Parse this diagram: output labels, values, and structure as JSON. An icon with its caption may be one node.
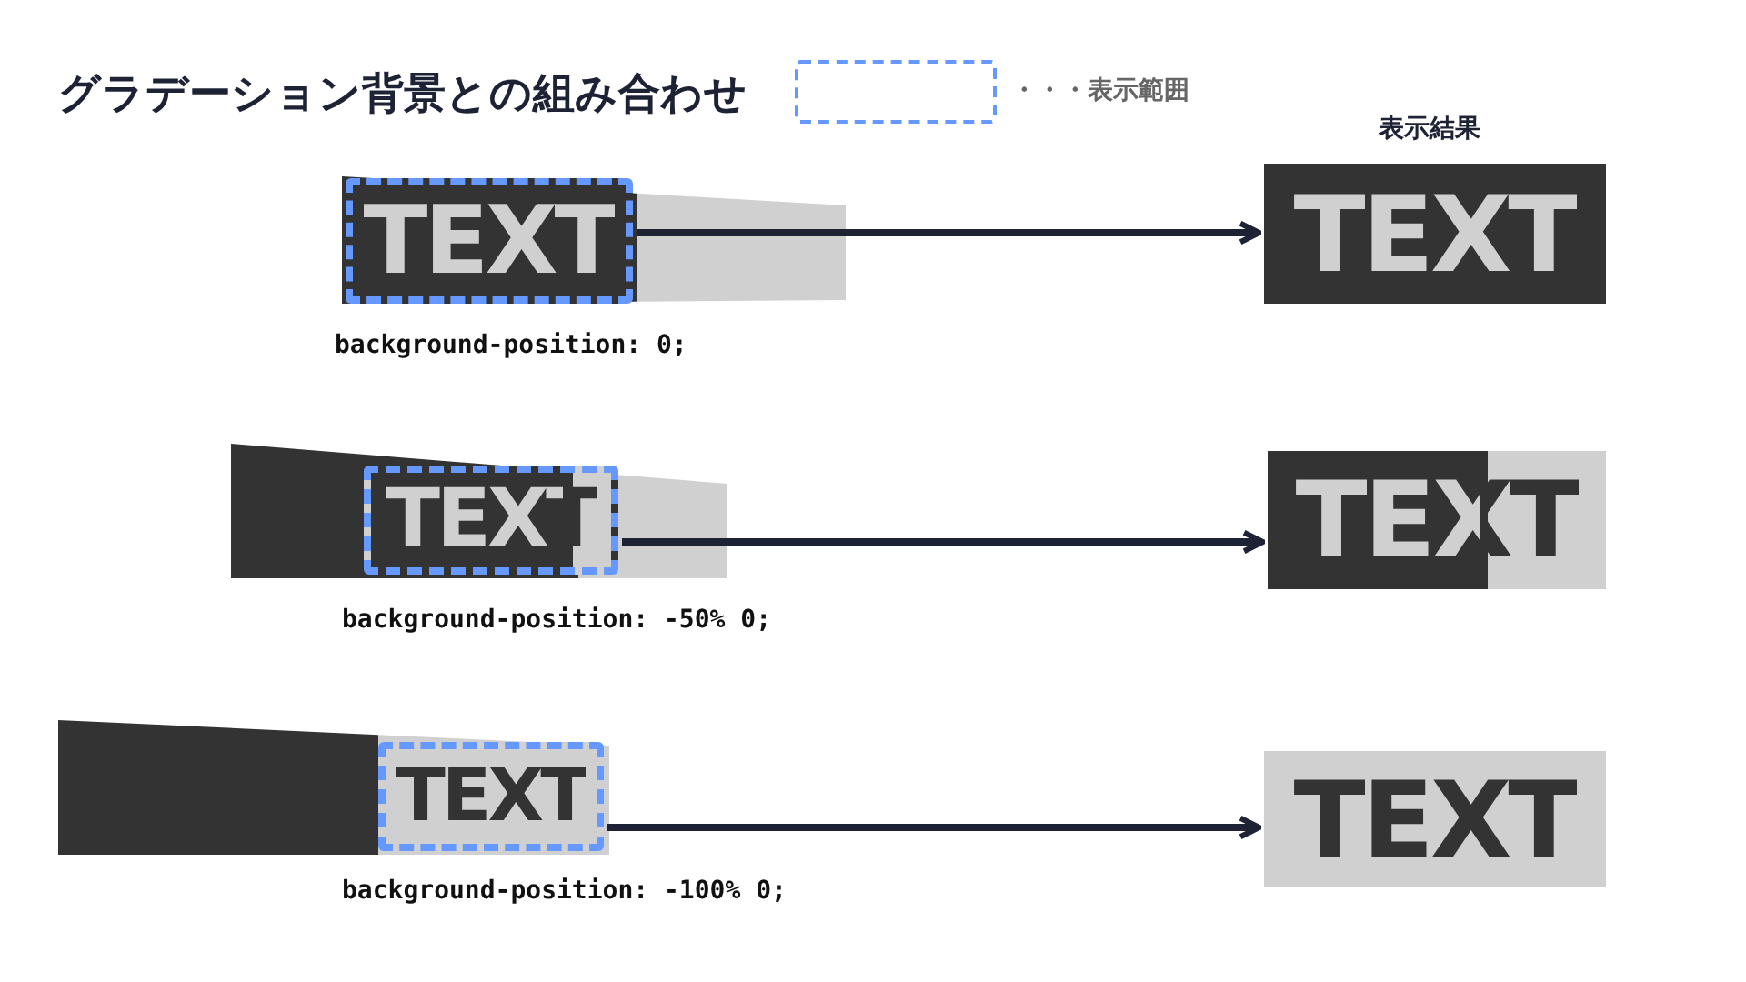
{
  "diagram": {
    "title": "グラデーション背景との組み合わせ",
    "nodes": [
      {
        "text": [
          "TEXT"
        ],
        "beside": [
          "background-position: 0;"
        ]
      },
      {
        "text": [
          "TEXT"
        ]
      },
      {
        "text": [
          "TEXT"
        ],
        "beside": [
          "background-position: -50% 0;"
        ]
      },
      {
        "text": [
          "TEXT"
        ]
      },
      {
        "text": [
          "TEXT"
        ],
        "beside": [
          "background-position: -100% 0;"
        ]
      },
      {
        "text": [
          "TEXT"
        ]
      }
    ],
    "edges": [
      {
        "from": 0,
        "to": 1,
        "arrow": "to"
      },
      {
        "from": 2,
        "to": 3,
        "arrow": "to"
      },
      {
        "from": 4,
        "to": 5,
        "arrow": "to"
      }
    ],
    "labels": [
      "表示結果"
    ],
    "legend": [
      {
        "text": "・・・表示範囲"
      }
    ]
  }
}
